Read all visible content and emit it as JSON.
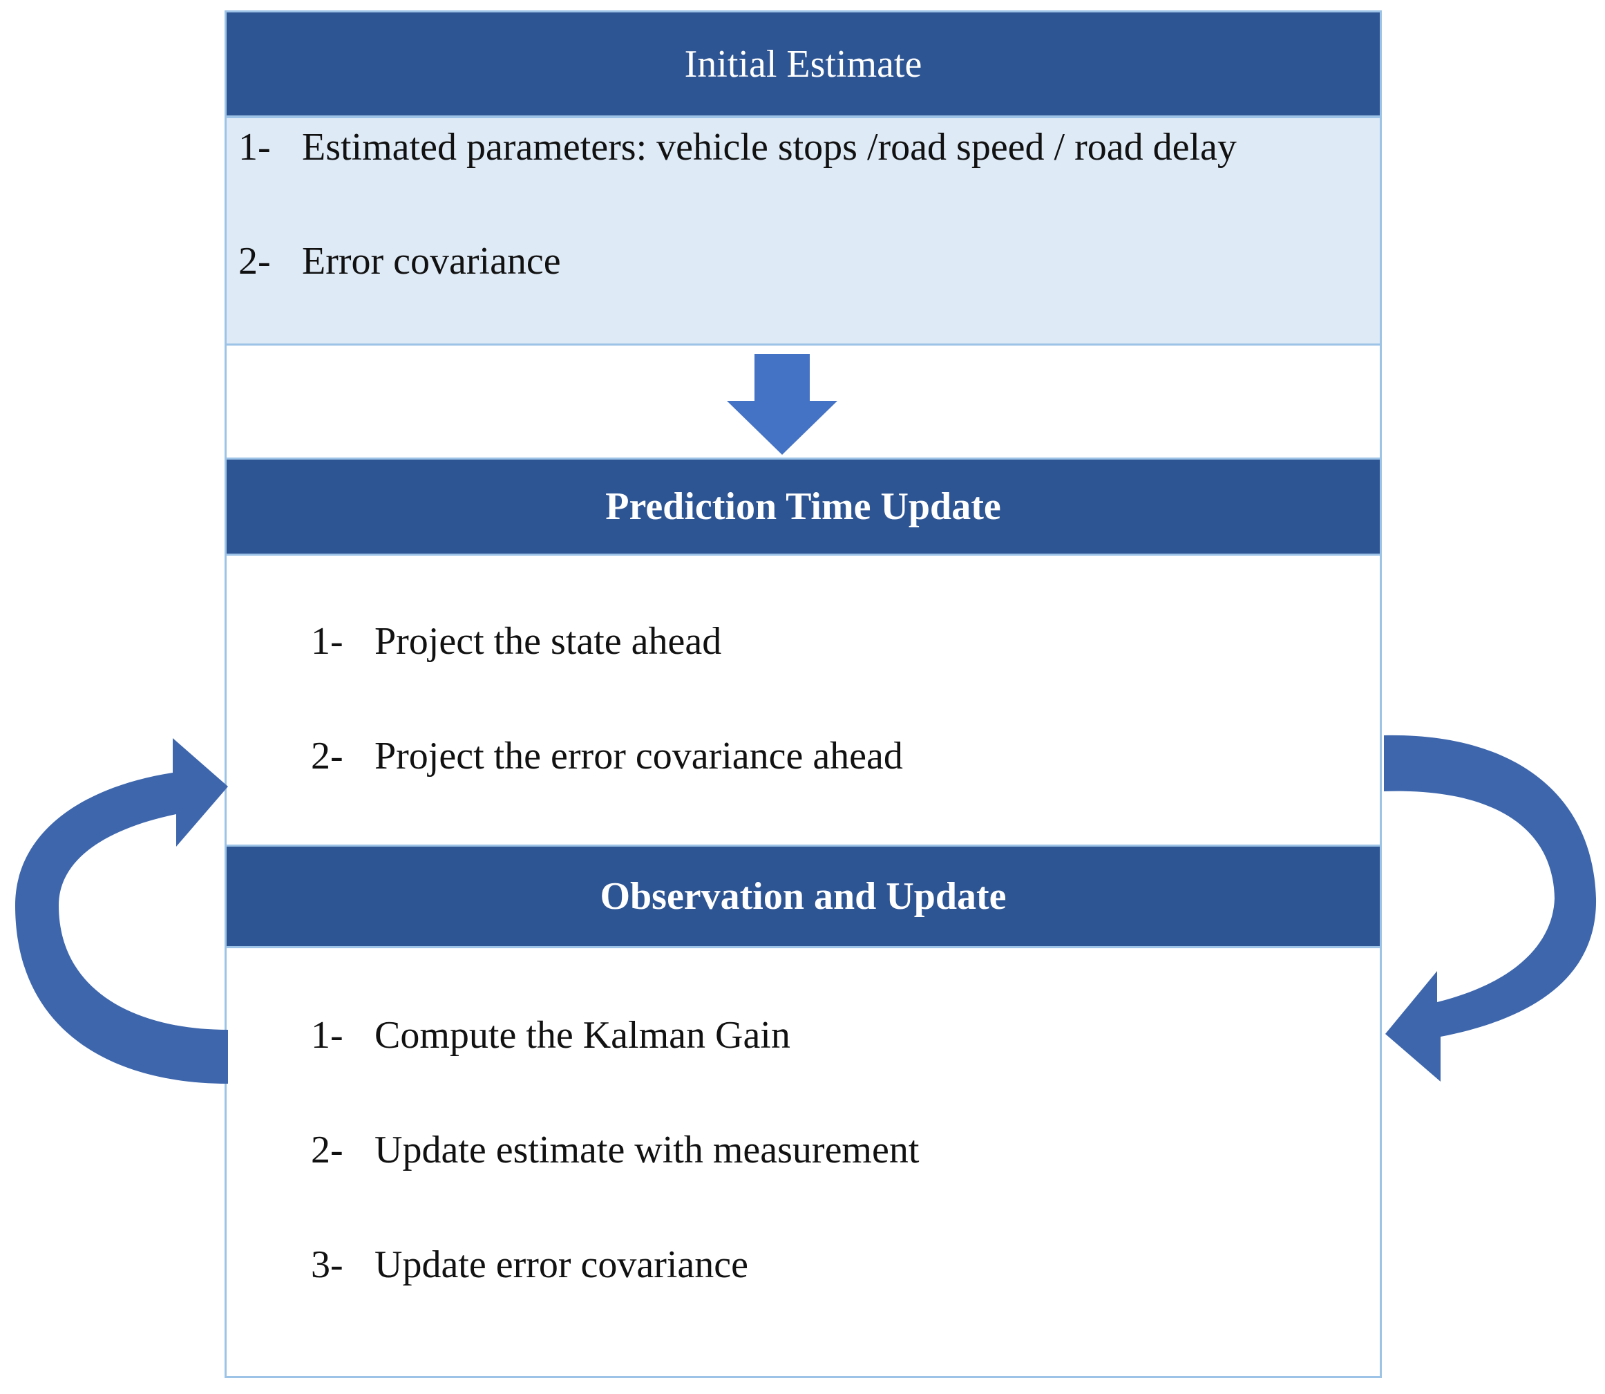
{
  "initial_estimate": {
    "title": "Initial Estimate",
    "items": [
      {
        "num": "1-",
        "text": "Estimated parameters: vehicle stops /road speed / road delay"
      },
      {
        "num": "2-",
        "text": "Error covariance"
      }
    ]
  },
  "prediction_time_update": {
    "title": "Prediction Time Update",
    "items": [
      {
        "num": "1-",
        "text": "Project the state ahead"
      },
      {
        "num": "2-",
        "text": "Project the error covariance ahead"
      }
    ]
  },
  "observation_and_update": {
    "title": "Observation and Update",
    "items": [
      {
        "num": "1-",
        "text": "Compute the Kalman Gain"
      },
      {
        "num": "2-",
        "text": "Update estimate with measurement"
      },
      {
        "num": "3-",
        "text": "Update error covariance"
      }
    ]
  },
  "colors": {
    "header_fill": "#2e5593",
    "initial_body_fill": "#deeaf6",
    "border": "#9dc3e6",
    "down_arrow": "#4472c4",
    "loop_arrow": "#3d66ad"
  }
}
